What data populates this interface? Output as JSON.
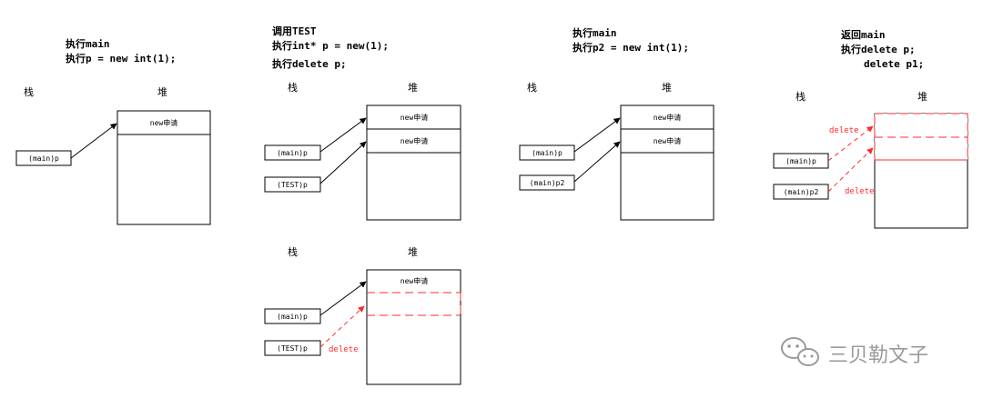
{
  "labels": {
    "stack": "栈",
    "heap": "堆",
    "new_alloc": "new申请",
    "delete": "delete"
  },
  "panel1": {
    "title_lines": [
      "执行main",
      "执行p = new int(1);"
    ],
    "vars": [
      "(main)p"
    ]
  },
  "panel2": {
    "title_lines": [
      "调用TEST",
      "执行int* p = new(1);",
      "执行delete p;"
    ],
    "vars": [
      "(main)p",
      "(TEST)p"
    ]
  },
  "panel3": {
    "vars": [
      "(main)p",
      "(TEST)p"
    ]
  },
  "panel4": {
    "title_lines": [
      "执行main",
      "执行p2 = new int(1);"
    ],
    "vars": [
      "(main)p",
      "(main)p2"
    ]
  },
  "panel5": {
    "title_lines": [
      "返回main",
      "执行delete p;",
      "delete p1;"
    ],
    "vars": [
      "(main)p",
      "(main)p2"
    ]
  },
  "watermark": {
    "text": "三贝勒文子",
    "icon": "wechat-icon"
  }
}
